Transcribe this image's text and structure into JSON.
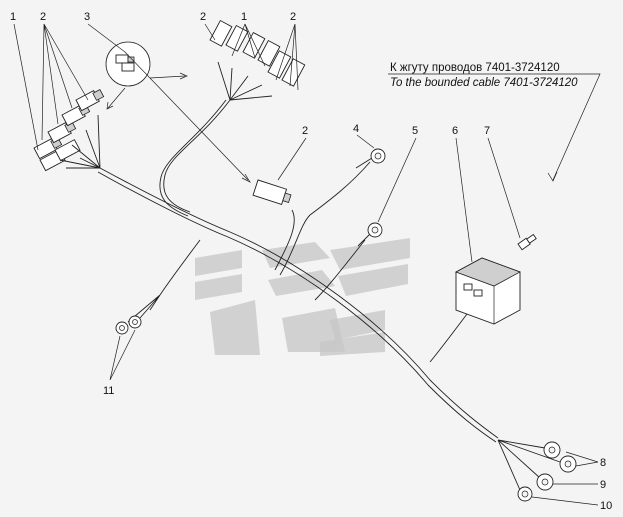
{
  "caption": {
    "ru": "К жгуту проводов 7401-3724120",
    "en": "To the bounded cable 7401-3724120"
  },
  "callouts": [
    {
      "id": "c1a",
      "text": "1"
    },
    {
      "id": "c2a",
      "text": "2"
    },
    {
      "id": "c3",
      "text": "3"
    },
    {
      "id": "c2b",
      "text": "2"
    },
    {
      "id": "c1b",
      "text": "1"
    },
    {
      "id": "c2c",
      "text": "2"
    },
    {
      "id": "c2d",
      "text": "2"
    },
    {
      "id": "c4",
      "text": "4"
    },
    {
      "id": "c5",
      "text": "5"
    },
    {
      "id": "c6",
      "text": "6"
    },
    {
      "id": "c7",
      "text": "7"
    },
    {
      "id": "c11",
      "text": "11"
    },
    {
      "id": "c8",
      "text": "8"
    },
    {
      "id": "c9",
      "text": "9"
    },
    {
      "id": "c10",
      "text": "10"
    }
  ],
  "colors": {
    "line": "#222222",
    "watermark": "#c6c6c6",
    "background": "#f4f4f4"
  },
  "icons": [
    "watermark-logo",
    "connector-icon",
    "ring-terminal-icon",
    "fuse-box-icon"
  ]
}
